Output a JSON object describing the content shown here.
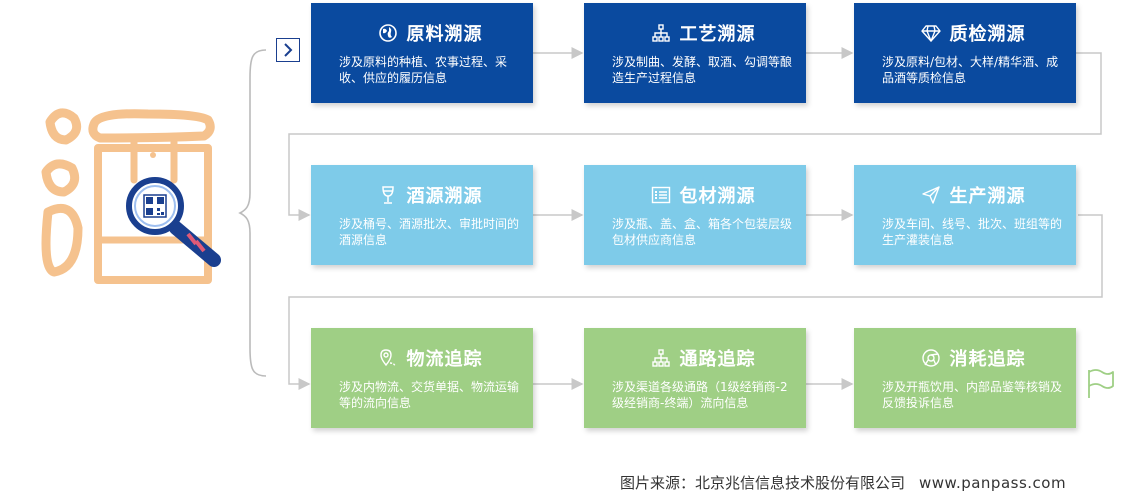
{
  "nodes": [
    {
      "id": "raw",
      "icon": "globe-icon",
      "title": "原料溯源",
      "desc": "涉及原料的种植、农事过程、采收、供应的履历信息"
    },
    {
      "id": "craft",
      "icon": "hierarchy-icon",
      "title": "工艺溯源",
      "desc": "涉及制曲、发酵、取酒、勾调等酿造生产过程信息"
    },
    {
      "id": "qc",
      "icon": "diamond-icon",
      "title": "质检溯源",
      "desc": "涉及原料/包材、大样/精华酒、成品酒等质检信息"
    },
    {
      "id": "liquor",
      "icon": "wine-glass-icon",
      "title": "酒源溯源",
      "desc": "涉及桶号、酒源批次、审批时间的酒源信息"
    },
    {
      "id": "package",
      "icon": "list-icon",
      "title": "包材溯源",
      "desc": "涉及瓶、盖、盒、箱各个包装层级包材供应商信息"
    },
    {
      "id": "production",
      "icon": "send-icon",
      "title": "生产溯源",
      "desc": "涉及车间、线号、批次、班组等的生产灌装信息"
    },
    {
      "id": "logistics",
      "icon": "location-pin-icon",
      "title": "物流追踪",
      "desc": "涉及内物流、交货单据、物流运输等的流向信息"
    },
    {
      "id": "channel",
      "icon": "hierarchy-icon",
      "title": "通路追踪",
      "desc": "涉及渠道各级通路（1级经销商-2级经销商-终端）流向信息"
    },
    {
      "id": "consume",
      "icon": "chrome-circle-icon",
      "title": "消耗追踪",
      "desc": "涉及开瓶饮用、内部品鉴等核销及反馈投诉信息"
    }
  ],
  "colors": {
    "row1": "#0a4a9f",
    "row2": "#7ecbe9",
    "row3": "#9fcf85",
    "logo": "#f5c28e",
    "magnifier": "#1a3f8f",
    "connector": "#c8c8c8"
  },
  "source": {
    "label": "图片来源：北京兆信信息技术股份有限公司",
    "url": "www.panpass.com"
  }
}
